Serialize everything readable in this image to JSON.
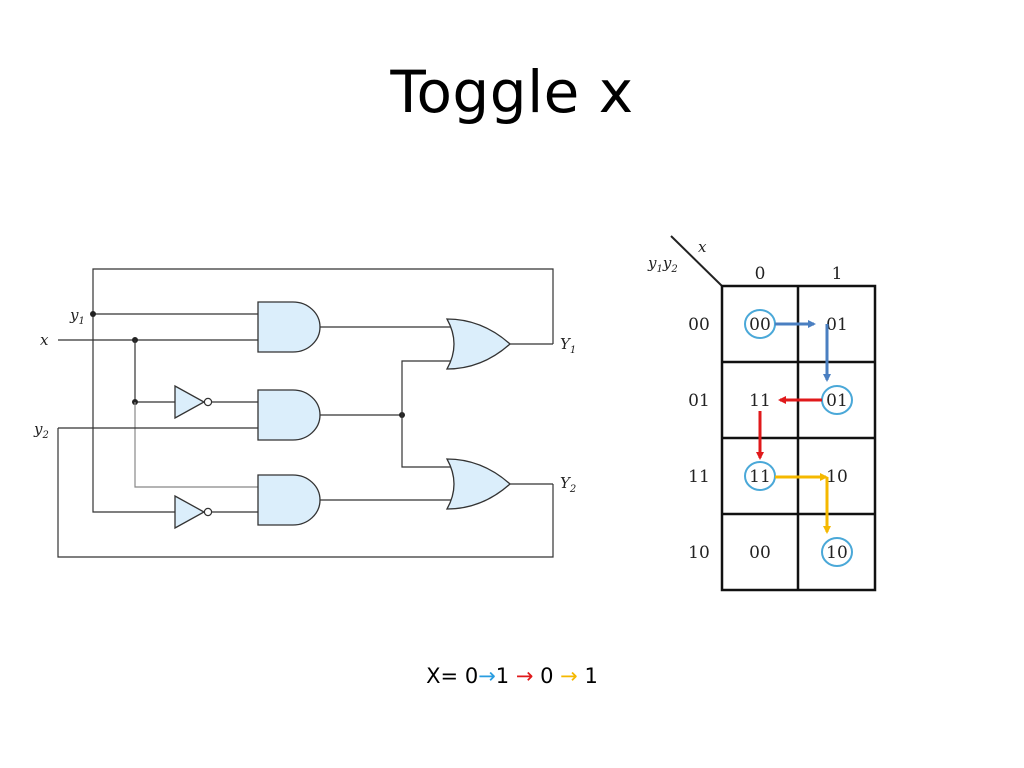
{
  "title": "Toggle x",
  "circuit": {
    "inputs": {
      "y1": "y",
      "y1_sub": "1",
      "x": "x",
      "y2": "y",
      "y2_sub": "2"
    },
    "outputs": {
      "Y1": "Y",
      "Y1_sub": "1",
      "Y2": "Y",
      "Y2_sub": "2"
    }
  },
  "kmap": {
    "corner_row_var": "y",
    "corner_row_sub1": "1",
    "corner_row_y": "y",
    "corner_row_sub2": "2",
    "corner_col_var": "x",
    "col_headers": [
      "0",
      "1"
    ],
    "row_headers": [
      "00",
      "01",
      "11",
      "10"
    ],
    "cells": [
      [
        "00",
        "01"
      ],
      [
        "11",
        "01"
      ],
      [
        "11",
        "10"
      ],
      [
        "00",
        "10"
      ]
    ],
    "circled_cells": [
      [
        0,
        0
      ],
      [
        1,
        1
      ],
      [
        2,
        0
      ],
      [
        3,
        1
      ]
    ],
    "colors": {
      "circle": "#4aa8d8",
      "blue_arrow": "#4a7fc1",
      "red_arrow": "#e0191b",
      "yellow_arrow": "#f5b800"
    }
  },
  "caption": {
    "prefix": "X= 0",
    "arrow1": "→",
    "v1": "1 ",
    "arrow2": "→",
    "v2": " 0 ",
    "arrow3": "→",
    "v3": " 1",
    "colors": {
      "arrow1": "#2a9de0",
      "arrow2": "#e0191b",
      "arrow3": "#f5b800"
    }
  }
}
